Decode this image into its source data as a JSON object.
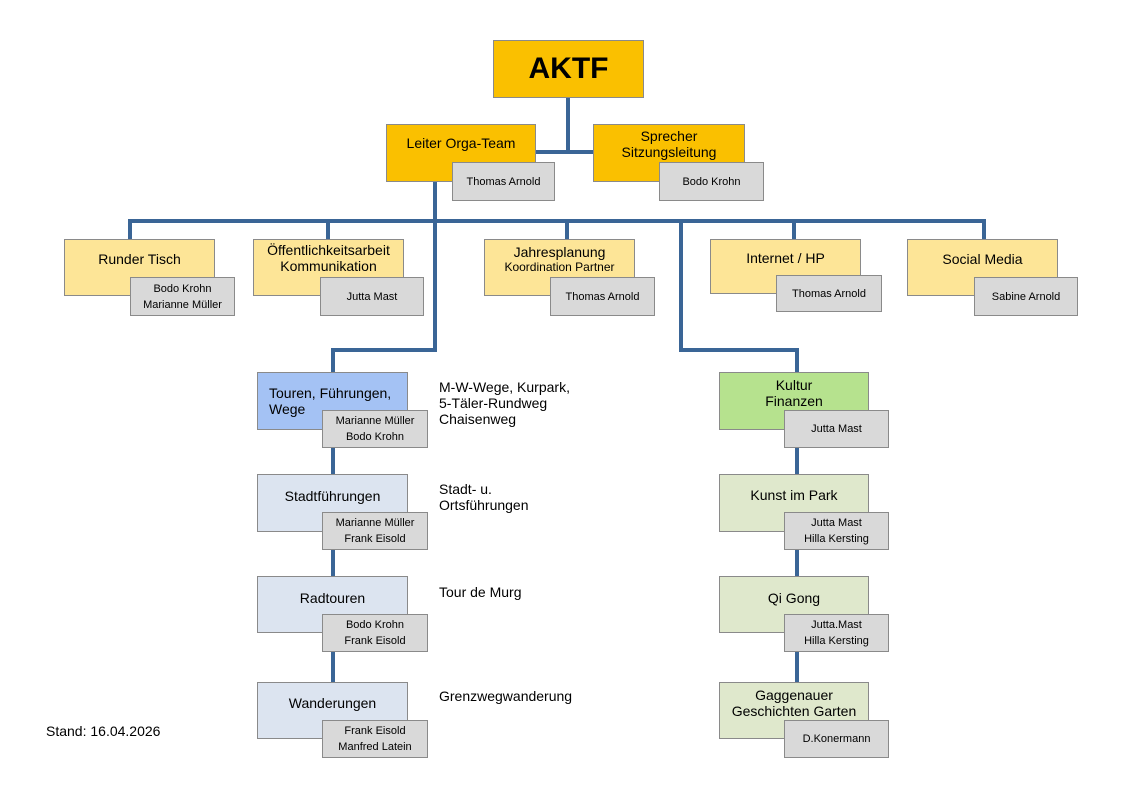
{
  "root": {
    "title": "AKTF"
  },
  "leiter": {
    "title": "Leiter Orga-Team",
    "person": "Thomas Arnold"
  },
  "sprecher": {
    "title_line1": "Sprecher",
    "title_line2": "Sitzungsleitung",
    "person": "Bodo Krohn"
  },
  "groups": {
    "runder_tisch": {
      "title": "Runder Tisch",
      "person_line1": "Bodo Krohn",
      "person_line2": "Marianne Müller"
    },
    "oeffentlichkeit": {
      "title_line1": "Öffentlichkeitsarbeit",
      "title_line2": "Kommunikation",
      "person": "Jutta Mast"
    },
    "jahresplanung": {
      "title_line1": "Jahresplanung",
      "title_line2": "Koordination Partner",
      "person": "Thomas Arnold"
    },
    "internet": {
      "title": "Internet / HP",
      "person": "Thomas Arnold"
    },
    "social_media": {
      "title": "Social Media",
      "person": "Sabine Arnold"
    }
  },
  "touren": {
    "title_line1": "Touren, Führungen,",
    "title_line2": "Wege",
    "person_line1": "Marianne Müller",
    "person_line2": "Bodo Krohn",
    "note_line1": "M-W-Wege, Kurpark,",
    "note_line2": "5-Täler-Rundweg",
    "note_line3": "Chaisenweg"
  },
  "stadt": {
    "title": "Stadtführungen",
    "person_line1": "Marianne Müller",
    "person_line2": "Frank Eisold",
    "note_line1": "Stadt- u.",
    "note_line2": "Ortsführungen"
  },
  "rad": {
    "title": "Radtouren",
    "person_line1": "Bodo Krohn",
    "person_line2": "Frank Eisold",
    "note": "Tour de Murg"
  },
  "wandern": {
    "title": "Wanderungen",
    "person_line1": "Frank Eisold",
    "person_line2": "Manfred Latein",
    "note": "Grenzwegwanderung"
  },
  "kultur": {
    "title_line1": "Kultur",
    "title_line2": "Finanzen",
    "person": "Jutta Mast"
  },
  "kunst": {
    "title": "Kunst im Park",
    "person_line1": "Jutta Mast",
    "person_line2": "Hilla Kersting"
  },
  "qigong": {
    "title": "Qi Gong",
    "person_line1": "Jutta.Mast",
    "person_line2": "Hilla Kersting"
  },
  "garten": {
    "title_line1": "Gaggenauer",
    "title_line2": "Geschichten Garten",
    "person": "D.Konermann"
  },
  "footer": {
    "stand": "Stand: 16.04.2026"
  },
  "colors": {
    "connector": "#3a6596",
    "gold": "#fac000",
    "light_gold": "#fde597",
    "blue": "#a4c2f4",
    "light_blue": "#dce4f0",
    "green": "#b6e28e",
    "light_green": "#dfe8cc",
    "grey": "#d9d9d9"
  }
}
